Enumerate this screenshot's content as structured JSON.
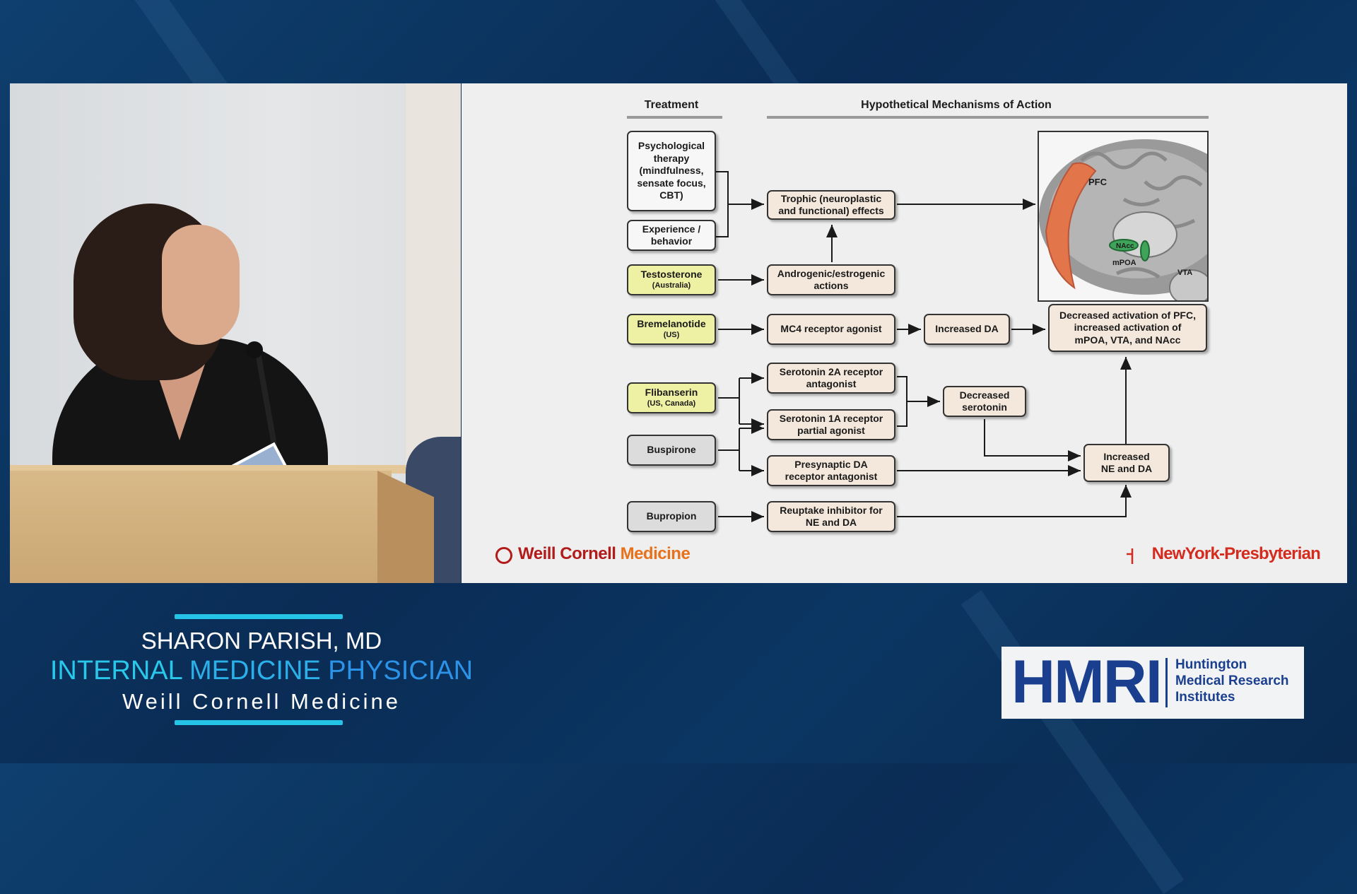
{
  "slide": {
    "header_treatment": "Treatment",
    "header_mechanisms": "Hypothetical Mechanisms of Action",
    "treatments": {
      "psych": [
        "Psychological",
        "therapy",
        "(mindfulness,",
        "sensate focus,",
        "CBT)"
      ],
      "experience": [
        "Experience /",
        "behavior"
      ],
      "testosterone": {
        "name": "Testosterone",
        "region": "(Australia)"
      },
      "bremelanotide": {
        "name": "Bremelanotide",
        "region": "(US)"
      },
      "flibanserin": {
        "name": "Flibanserin",
        "region": "(US, Canada)"
      },
      "buspirone": "Buspirone",
      "bupropion": "Bupropion"
    },
    "mechanisms": {
      "trophic": [
        "Trophic (neuroplastic",
        "and functional) effects"
      ],
      "androgenic": [
        "Androgenic/estrogenic",
        "actions"
      ],
      "mc4": "MC4 receptor agonist",
      "increased_da": "Increased DA",
      "brain_activation": [
        "Decreased activation of PFC,",
        "increased activation of",
        "mPOA, VTA, and NAcc"
      ],
      "ser2a": [
        "Serotonin 2A receptor",
        "antagonist"
      ],
      "ser1a": [
        "Serotonin 1A receptor",
        "partial agonist"
      ],
      "decreased_serotonin": [
        "Decreased",
        "serotonin"
      ],
      "presynaptic": [
        "Presynaptic DA",
        "receptor antagonist"
      ],
      "increased_ne_da": [
        "Increased",
        "NE and DA"
      ],
      "reuptake": [
        "Reuptake inhibitor for",
        "NE and DA"
      ]
    },
    "brain_labels": {
      "pfc": "PFC",
      "nacc": "NAcc",
      "mpoa": "mPOA",
      "vta": "VTA"
    },
    "logo_left": {
      "part1": "Weill Cornell ",
      "part2": "Medicine"
    },
    "logo_right": "NewYork-Presbyterian"
  },
  "lower_third": {
    "name": "SHARON PARISH, MD",
    "title_parts": [
      "INTERNAL ",
      "MEDICINE ",
      "PHYSICIAN"
    ],
    "organization": "Weill Cornell Medicine"
  },
  "hmri_logo": {
    "acronym": "HMRI",
    "lines": [
      "Huntington",
      "Medical Research",
      "Institutes"
    ]
  },
  "colors": {
    "background": "#0b3461",
    "accent_cyan": "#25c3e6",
    "box_yellow": "#eef0a4",
    "box_beige": "#f4e8dc",
    "box_grey": "#dcdcdc",
    "pfc_orange": "#e2764a",
    "nucleus_green": "#3fa35a",
    "hmri_blue": "#1b3f8f",
    "wcm_red": "#b31b1b",
    "nyp_red": "#d52b1e"
  }
}
